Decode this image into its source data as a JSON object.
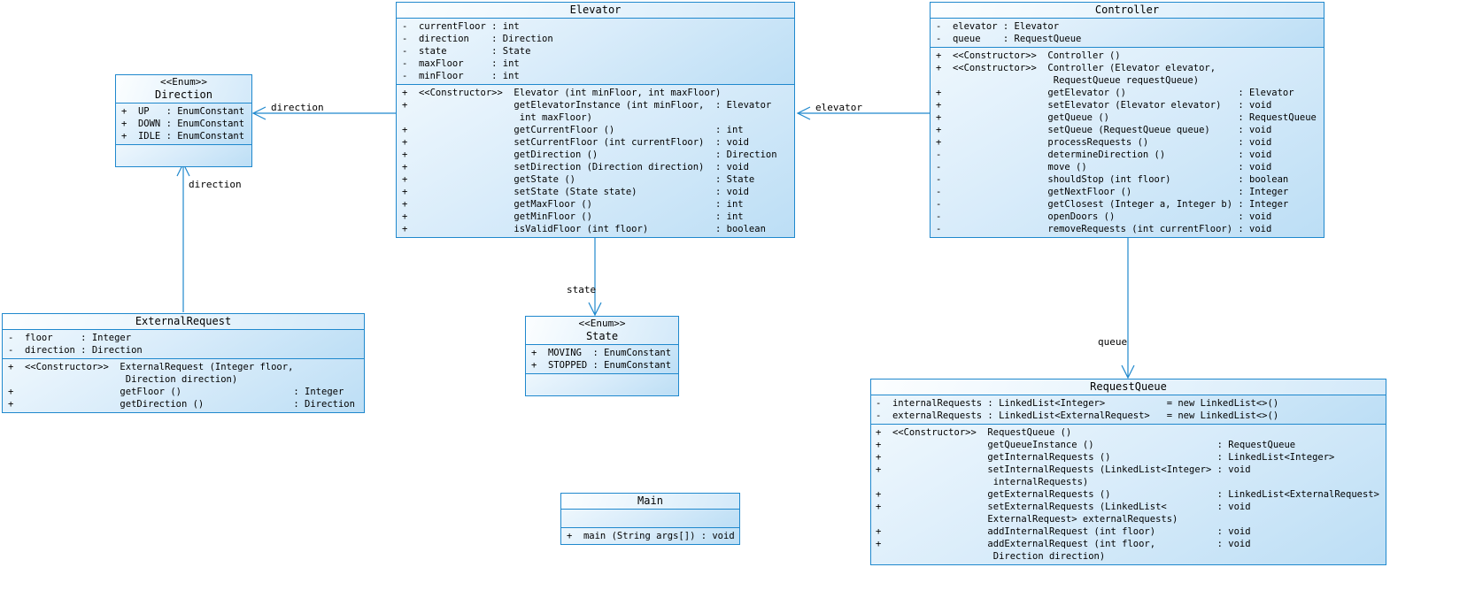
{
  "colors": {
    "accent": "#1f88cd",
    "box_fill_light": "#fcfeff",
    "box_fill_blue": "#bcdef5",
    "text": "#000000"
  },
  "classes": {
    "elevator": {
      "title": "Elevator",
      "attributes": [
        "-  currentFloor : int",
        "-  direction    : Direction",
        "-  state        : State",
        "-  maxFloor     : int",
        "-  minFloor     : int"
      ],
      "methods": [
        "+  <<Constructor>>  Elevator (int minFloor, int maxFloor)",
        "+                   getElevatorInstance (int minFloor,  : Elevator",
        "                     int maxFloor)",
        "+                   getCurrentFloor ()                  : int",
        "+                   setCurrentFloor (int currentFloor)  : void",
        "+                   getDirection ()                     : Direction",
        "+                   setDirection (Direction direction)  : void",
        "+                   getState ()                         : State",
        "+                   setState (State state)              : void",
        "+                   getMaxFloor ()                      : int",
        "+                   getMinFloor ()                      : int",
        "+                   isValidFloor (int floor)            : boolean"
      ]
    },
    "controller": {
      "title": "Controller",
      "attributes": [
        "-  elevator : Elevator",
        "-  queue    : RequestQueue"
      ],
      "methods": [
        "+  <<Constructor>>  Controller ()",
        "+  <<Constructor>>  Controller (Elevator elevator,",
        "                     RequestQueue requestQueue)",
        "+                   getElevator ()                    : Elevator",
        "+                   setElevator (Elevator elevator)   : void",
        "+                   getQueue ()                       : RequestQueue",
        "+                   setQueue (RequestQueue queue)     : void",
        "+                   processRequests ()                : void",
        "-                   determineDirection ()             : void",
        "-                   move ()                           : void",
        "-                   shouldStop (int floor)            : boolean",
        "-                   getNextFloor ()                   : Integer",
        "-                   getClosest (Integer a, Integer b) : Integer",
        "-                   openDoors ()                      : void",
        "-                   removeRequests (int currentFloor) : void"
      ]
    },
    "direction": {
      "stereotype": "<<Enum>>",
      "title": "Direction",
      "attributes": [
        "+  UP   : EnumConstant",
        "+  DOWN : EnumConstant",
        "+  IDLE : EnumConstant"
      ],
      "methods": []
    },
    "external_request": {
      "title": "ExternalRequest",
      "attributes": [
        "-  floor     : Integer",
        "-  direction : Direction"
      ],
      "methods": [
        "+  <<Constructor>>  ExternalRequest (Integer floor,",
        "                     Direction direction)",
        "+                   getFloor ()                    : Integer",
        "+                   getDirection ()                : Direction"
      ]
    },
    "state": {
      "stereotype": "<<Enum>>",
      "title": "State",
      "attributes": [
        "+  MOVING  : EnumConstant",
        "+  STOPPED : EnumConstant"
      ],
      "methods": []
    },
    "main": {
      "title": "Main",
      "attributes": [],
      "methods": [
        "+  main (String args[]) : void"
      ]
    },
    "request_queue": {
      "title": "RequestQueue",
      "attributes": [
        "-  internalRequests : LinkedList<Integer>           = new LinkedList<>()",
        "-  externalRequests : LinkedList<ExternalRequest>   = new LinkedList<>()"
      ],
      "methods": [
        "+  <<Constructor>>  RequestQueue ()",
        "+                   getQueueInstance ()                      : RequestQueue",
        "+                   getInternalRequests ()                   : LinkedList<Integer>",
        "+                   setInternalRequests (LinkedList<Integer> : void",
        "                     internalRequests)",
        "+                   getExternalRequests ()                   : LinkedList<ExternalRequest>",
        "+                   setExternalRequests (LinkedList<         : void",
        "                    ExternalRequest> externalRequests)",
        "+                   addInternalRequest (int floor)           : void",
        "+                   addExternalRequest (int floor,           : void",
        "                     Direction direction)"
      ]
    }
  },
  "edges": {
    "elevator_direction": {
      "label": "direction"
    },
    "controller_elevator": {
      "label": "elevator"
    },
    "external_request_direction": {
      "label": "direction"
    },
    "elevator_state": {
      "label": "state"
    },
    "controller_request_queue": {
      "label": "queue"
    }
  }
}
